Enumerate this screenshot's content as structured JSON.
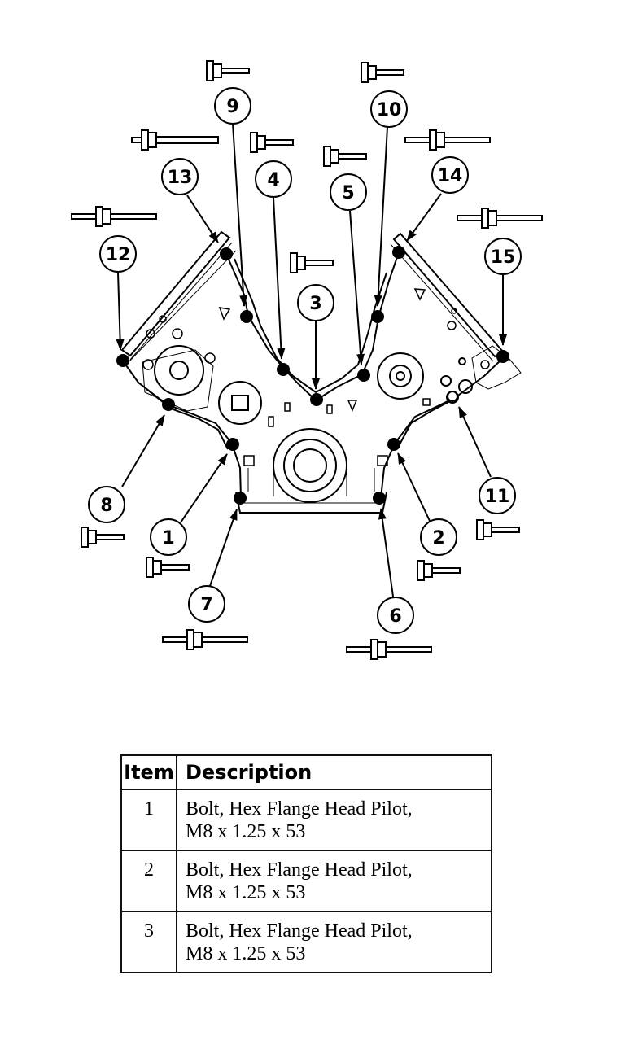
{
  "callouts": [
    "1",
    "2",
    "3",
    "4",
    "5",
    "6",
    "7",
    "8",
    "9",
    "10",
    "11",
    "12",
    "13",
    "14",
    "15"
  ],
  "table": {
    "headers": {
      "item": "Item",
      "description": "Description"
    },
    "rows": [
      {
        "item": "1",
        "line1": "Bolt, Hex Flange Head Pilot,",
        "line2": "M8 x 1.25 x 53"
      },
      {
        "item": "2",
        "line1": "Bolt, Hex Flange Head Pilot,",
        "line2": "M8 x 1.25 x 53"
      },
      {
        "item": "3",
        "line1": "Bolt, Hex Flange Head Pilot,",
        "line2": "M8 x 1.25 x 53"
      }
    ]
  }
}
